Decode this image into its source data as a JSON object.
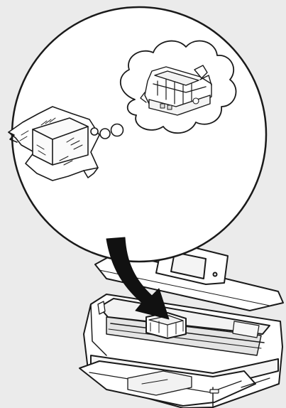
{
  "illustration": {
    "kind": "instruction-illustration",
    "colors": {
      "background": "#ebebeb",
      "line": "#1a1a1a",
      "fill": "#ffffff",
      "arrow": "#111111"
    },
    "parts": [
      {
        "name": "magnified-view",
        "icon": "circle"
      },
      {
        "name": "print-head-package",
        "icon": "wrapped-package"
      },
      {
        "name": "thought-bubble",
        "icon": "cloud"
      },
      {
        "name": "print-head",
        "icon": "print-head"
      },
      {
        "name": "arrow",
        "icon": "curved-arrow"
      },
      {
        "name": "printer",
        "icon": "inkjet-printer"
      }
    ]
  }
}
